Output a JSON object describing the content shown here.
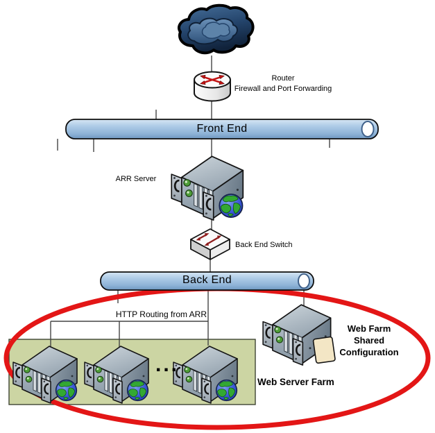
{
  "labels": {
    "router_line1": "Router",
    "router_line2": "Firewall and Port Forwarding",
    "front_end": "Front End",
    "arr_server": "ARR Server",
    "back_end_switch": "Back End Switch",
    "back_end": "Back End",
    "http_routing": "HTTP Routing from ARR",
    "shared_line1": "Web Farm",
    "shared_line2": "Shared",
    "shared_line3": "Configuration",
    "web_server_farm": "Web Server Farm",
    "ellipsis": "..."
  },
  "nodes": {
    "internet": {
      "icon": "internet-cloud-icon"
    },
    "router": {
      "icon": "router-icon"
    },
    "front_end_network": {
      "icon": "network-pipe"
    },
    "arr_server": {
      "icon": "server-icon + globe-icon"
    },
    "back_end_switch": {
      "icon": "switch-icon"
    },
    "back_end_network": {
      "icon": "network-pipe"
    },
    "web_server_farm": {
      "icon": "server-icon + globe-icon",
      "visible_servers": 3
    },
    "shared_configuration": {
      "icon": "server-icon + config-page-icon"
    }
  },
  "colors": {
    "background": "#ffffff",
    "highlight_ellipse_red": "#e31616",
    "farm_box_green": "#ccd5a3",
    "pipe_blue": "#a9c8e4",
    "cloud_navy": "#1d3d61",
    "config_page_beige": "#f3e6c5",
    "led_green": "#4e9e38",
    "router_arrow_red": "#c41414",
    "connector_gray": "#444444"
  }
}
